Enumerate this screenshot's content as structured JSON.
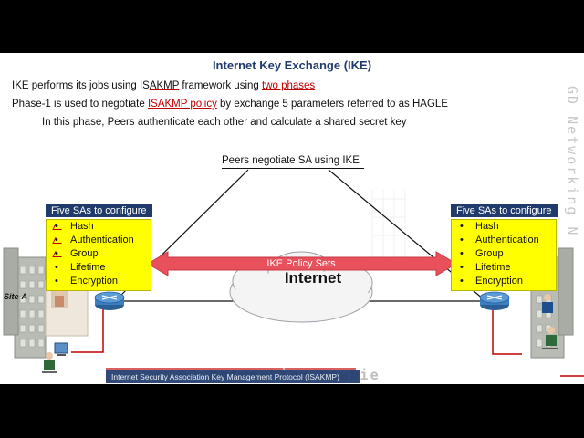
{
  "slide": {
    "title": "Internet Key Exchange (IKE)",
    "line1_pre": "IKE performs its jobs using IS",
    "line1_mid": "AKMP",
    "line1_post": " framework using  ",
    "line1_highlight": "two phases",
    "line2_pre": "Phase-1 is used to negotiate ",
    "line2_highlight": "ISAKMP policy",
    "line2_post": " by exchange 5 parameters referred to as HAGLE",
    "line3": "In this phase, Peers authenticate each other and calculate a shared secret key"
  },
  "diagram": {
    "peers_label": "Peers negotiate SA using IKE",
    "policy_label": "IKE Policy Sets",
    "internet_label": "Internet",
    "site_label": "Site-A",
    "left_box": {
      "header": "Five SAs to configure",
      "items": [
        "Hash",
        "Authentication",
        "Group",
        "Lifetime",
        "Encryption"
      ]
    },
    "right_box": {
      "header": "Five SAs to configure",
      "items": [
        "Hash",
        "Authentication",
        "Group",
        "Lifetime",
        "Encryption"
      ]
    },
    "caption": "Internet Security Association Key Management Protocol (ISAKMP)"
  },
  "branding": {
    "vertical": "GD Networking N",
    "horizontal": "GD Networking Newbie"
  },
  "colors": {
    "title": "#1f3a6b",
    "highlight": "#c00000",
    "box_fill": "#ffff00",
    "box_header": "#1f3a6b",
    "policy_arrow": "#e8505b",
    "router": "#3a7fc1"
  },
  "icons": [
    "router-icon",
    "cloud-icon",
    "building-icon",
    "person-icon",
    "computer-icon"
  ]
}
